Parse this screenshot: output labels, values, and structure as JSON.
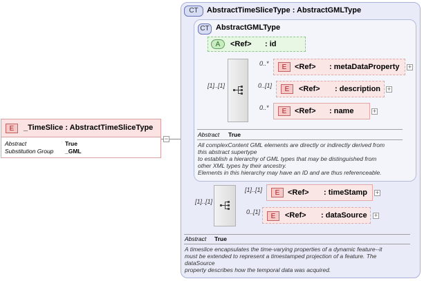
{
  "root": {
    "badge": "E",
    "label": "_TimeSlice : AbstractTimeSliceType",
    "props": [
      {
        "key": "Abstract",
        "value": "True"
      },
      {
        "key": "Substitution Group",
        "value": "_GML"
      }
    ]
  },
  "outer_type": {
    "badge": "CT",
    "title": "AbstractTimeSliceType : AbstractGMLType",
    "abstract_key": "Abstract",
    "abstract_value": "True",
    "doc": [
      "A timeslice encapsulates the time-varying properties of a dynamic feature--it",
      "must be extended to represent a timestamped projection of a feature. The",
      "dataSource",
      "property describes how the temporal data was acquired."
    ],
    "seq_occurrence": "[1]..[1]",
    "children": [
      {
        "badge": "E",
        "ref": "<Ref>",
        "name": ": timeStamp",
        "occurrence": "[1]..[1]",
        "dashed": false
      },
      {
        "badge": "E",
        "ref": "<Ref>",
        "name": ": dataSource",
        "occurrence": "0..[1]",
        "dashed": true
      }
    ]
  },
  "inner_type": {
    "badge": "CT",
    "title": "AbstractGMLType",
    "attribute": {
      "badge": "A",
      "ref": "<Ref>",
      "name": ": id"
    },
    "seq_occurrence": "[1]..[1]",
    "children": [
      {
        "badge": "E",
        "ref": "<Ref>",
        "name": ": metaDataProperty",
        "occurrence": "0..*",
        "dashed": true
      },
      {
        "badge": "E",
        "ref": "<Ref>",
        "name": ": description",
        "occurrence": "0..[1]",
        "dashed": true
      },
      {
        "badge": "E",
        "ref": "<Ref>",
        "name": ": name",
        "occurrence": "0..*",
        "dashed": false
      }
    ],
    "abstract_key": "Abstract",
    "abstract_value": "True",
    "doc": [
      "All complexContent GML elements are directly or indirectly derived from",
      "this abstract supertype",
      "to establish a hierarchy of GML types that may be distinguished from",
      "other XML types by their ancestry.",
      "Elements in this hierarchy may have an ID and are thus referenceable."
    ]
  },
  "expander_minus": "−",
  "expander_plus": "+"
}
